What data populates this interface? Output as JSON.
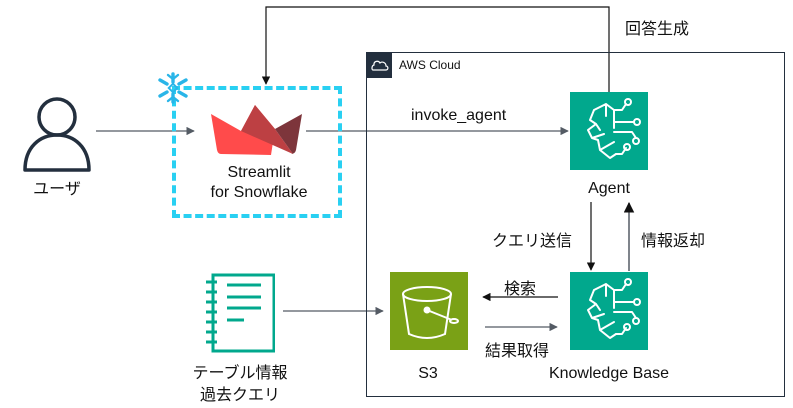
{
  "diagram": {
    "nodes": {
      "user": {
        "label": "ユーザ",
        "icon": "user-icon"
      },
      "streamlit": {
        "label_line1": "Streamlit",
        "label_line2": "for Snowflake",
        "icon": "streamlit-boat-icon",
        "group_icon": "snowflake-icon"
      },
      "agent": {
        "label": "Agent",
        "icon": "bedrock-brain-icon"
      },
      "knowledge_base": {
        "label": "Knowledge Base",
        "icon": "bedrock-brain-icon"
      },
      "s3": {
        "label": "S3",
        "icon": "s3-bucket-icon"
      },
      "docs": {
        "label_line1": "テーブル情報",
        "label_line2": "過去クエリ",
        "icon": "notebook-icon"
      }
    },
    "groups": {
      "aws_cloud": {
        "label": "AWS Cloud",
        "icon": "cloud-icon"
      },
      "snowflake": {
        "label": ""
      }
    },
    "edges": {
      "answer": "回答生成",
      "invoke": "invoke_agent",
      "query_send": "クエリ送信",
      "info_return": "情報返却",
      "search": "検索",
      "result": "結果取得"
    },
    "colors": {
      "bedrock": "#01a88d",
      "s3": "#7aa116",
      "snowflake": "#29d0f2",
      "aws_dark": "#232f3e",
      "streamlit_red": "#ff4b4b"
    }
  }
}
